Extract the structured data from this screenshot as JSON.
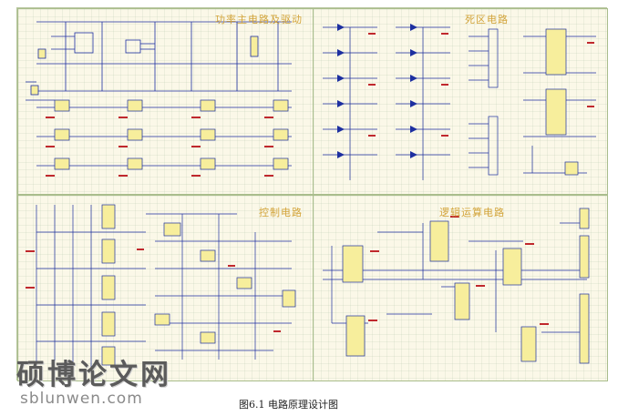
{
  "panels": {
    "power": {
      "title": "功率主电路及驱动"
    },
    "dead_zone": {
      "title": "死区电路"
    },
    "control": {
      "title": "控制电路"
    },
    "logic": {
      "title": "逻辑运算电路"
    }
  },
  "watermark": {
    "logo_text": "硕博论文网",
    "url": "sblunwen.com"
  },
  "caption": "图6.1  电路原理设计图",
  "colors": {
    "wire": "#1d2fa0",
    "component_fill": "#f7ee9c",
    "label_red": "#c0282d",
    "title_gold": "#d3a43a",
    "grid_bg": "#fbf8e8"
  }
}
